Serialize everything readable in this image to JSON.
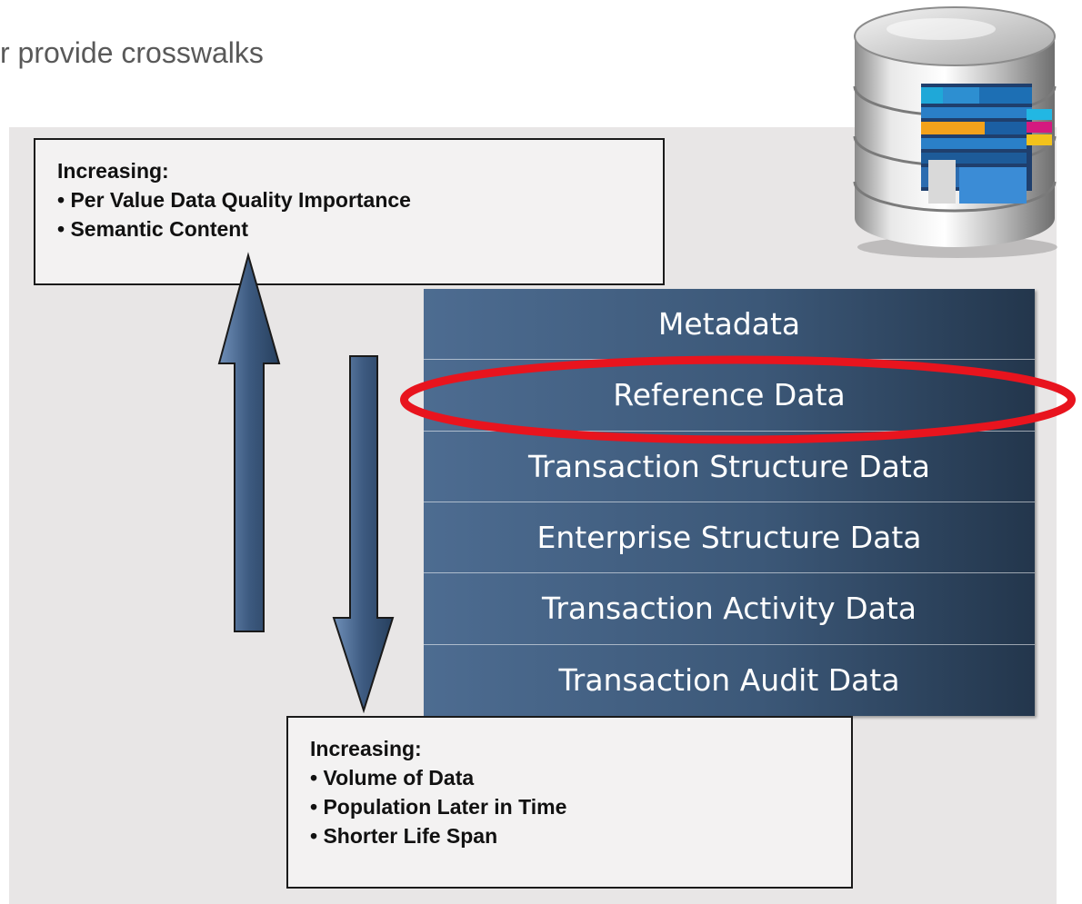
{
  "heading": "r provide crosswalks",
  "top_box": {
    "title": "Increasing:",
    "items": [
      "Per Value Data Quality Importance",
      "Semantic Content"
    ]
  },
  "bottom_box": {
    "title": "Increasing:",
    "items": [
      "Volume of Data",
      "Population Later in Time",
      "Shorter Life Span"
    ]
  },
  "layers": [
    "Metadata",
    "Reference Data",
    "Transaction Structure Data",
    "Enterprise Structure Data",
    "Transaction Activity Data",
    "Transaction Audit Data"
  ],
  "highlighted_layer": "Reference Data",
  "colors": {
    "layer_fill": "#4d6c91",
    "highlight_ring": "#e8141e",
    "arrow_fill": "#3d5a80"
  },
  "icons": {
    "database": "database-icon"
  }
}
